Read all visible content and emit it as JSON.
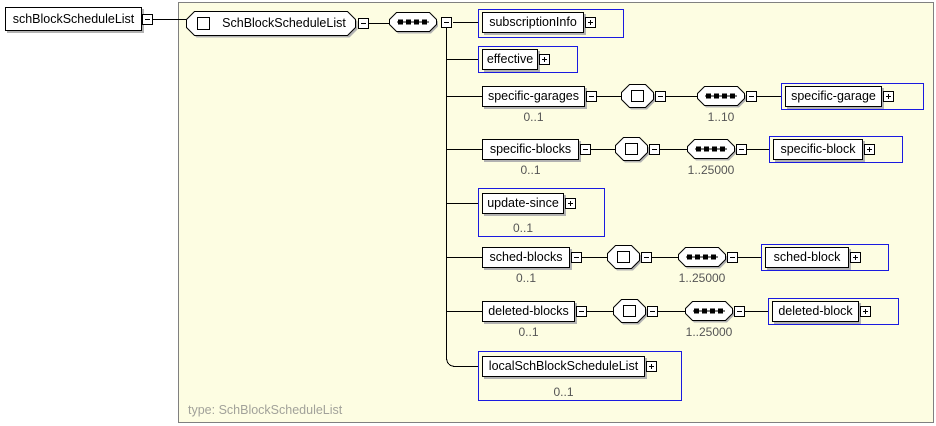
{
  "diagram": {
    "root": {
      "label": "schBlockScheduleList"
    },
    "main": {
      "label": "SchBlockScheduleList",
      "compositor": "sequence"
    },
    "footer": {
      "type_label": "type: SchBlockScheduleList"
    },
    "colors": {
      "panel_bg": "#fdfde2",
      "panel_border": "#808080",
      "leaf_outline_blue": "#1a1ae0",
      "box_border": "#000000",
      "shadow": "#b2b2b2",
      "occurs_text": "#555555",
      "footer_text": "#a2a29a"
    },
    "rows": [
      {
        "name": "subscriptionInfo"
      },
      {
        "name": "effective"
      },
      {
        "name": "specific-garages",
        "occurs": "0..1",
        "child": {
          "name": "specific-garage",
          "occurs": "1..10"
        }
      },
      {
        "name": "specific-blocks",
        "occurs": "0..1",
        "child": {
          "name": "specific-block",
          "occurs": "1..25000"
        }
      },
      {
        "name": "update-since",
        "occurs": "0..1"
      },
      {
        "name": "sched-blocks",
        "occurs": "0..1",
        "child": {
          "name": "sched-block",
          "occurs": "1..25000"
        }
      },
      {
        "name": "deleted-blocks",
        "occurs": "0..1",
        "child": {
          "name": "deleted-block",
          "occurs": "1..25000"
        }
      },
      {
        "name": "localSchBlockScheduleList",
        "occurs": "0..1"
      }
    ]
  }
}
